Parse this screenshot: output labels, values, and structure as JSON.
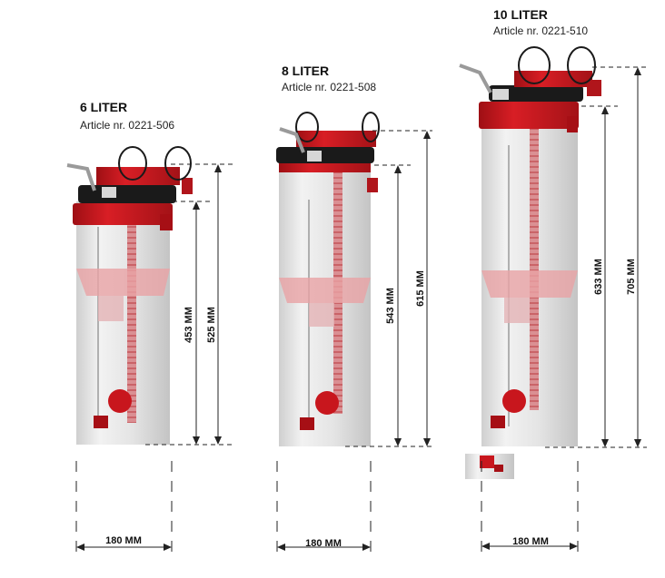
{
  "units": [
    {
      "id": "6",
      "title": "6 LITER",
      "article": "Article nr. 0221-506",
      "inner_height": "453 MM",
      "total_height": "525 MM",
      "width": "180 MM"
    },
    {
      "id": "8",
      "title": "8 LITER",
      "article": "Article nr. 0221-508",
      "inner_height": "543 MM",
      "total_height": "615 MM",
      "width": "180 MM"
    },
    {
      "id": "10",
      "title": "10 LITER",
      "article": "Article nr. 0221-510",
      "inner_height": "633 MM",
      "total_height": "705 MM",
      "width": "180 MM"
    }
  ],
  "colors": {
    "accent_red": "#c8161d",
    "tube": "#e6e6e6",
    "line": "#222222",
    "handle": "#1a1a1a"
  },
  "icons": [
    "dispenser-icon",
    "cable-icon",
    "handle-icon"
  ]
}
